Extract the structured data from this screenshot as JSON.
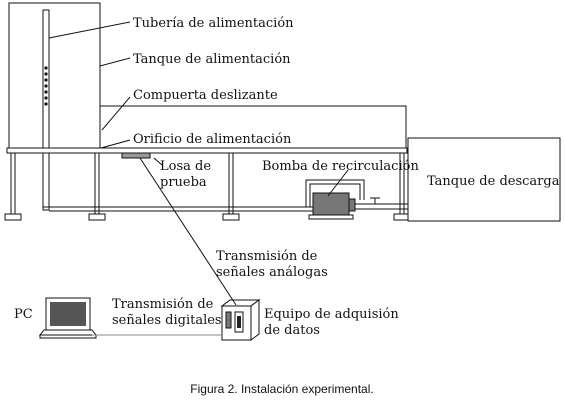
{
  "labels": {
    "feed_pipe": "Tubería de alimentación",
    "feed_tank": "Tanque de alimentación",
    "sliding_gate": "Compuerta deslizante",
    "feed_orifice": "Orificio de alimentación",
    "test_slab_line1": "Losa de",
    "test_slab_line2": "prueba",
    "recirculation_pump": "Bomba de recirculación",
    "discharge_tank": "Tanque de descarga",
    "analog_line1": "Transmisión de",
    "analog_line2": "señales análogas",
    "digital_line1": "Transmisión de",
    "digital_line2": "señales digitales",
    "daq_line1": "Equipo de adquisión",
    "daq_line2": "de datos",
    "pc": "PC"
  },
  "caption": "Figura 2. Instalación experimental.",
  "colors": {
    "line": "#111111",
    "background": "#ffffff",
    "pc_screen": "#555555",
    "pump": "#777777"
  }
}
